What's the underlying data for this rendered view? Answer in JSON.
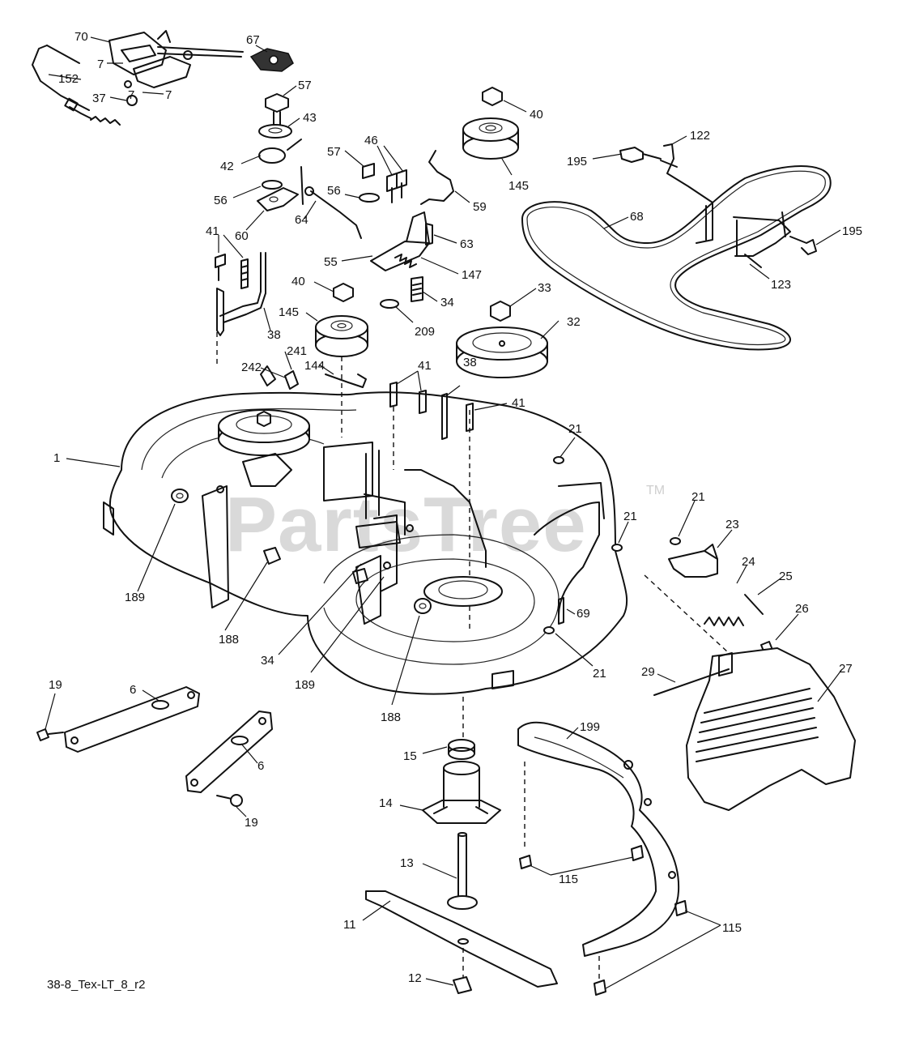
{
  "watermark": {
    "text": "PartsTree",
    "tm": "TM"
  },
  "caption": "38-8_Tex-LT_8_r2",
  "callouts": [
    "70",
    "7",
    "7",
    "67",
    "152",
    "37",
    "7",
    "57",
    "43",
    "42",
    "56",
    "60",
    "57",
    "46",
    "59",
    "40",
    "145",
    "122",
    "195",
    "68",
    "195",
    "123",
    "64",
    "56",
    "55",
    "63",
    "147",
    "41",
    "38",
    "40",
    "145",
    "144",
    "34",
    "209",
    "33",
    "32",
    "41",
    "38",
    "41",
    "242",
    "241",
    "21",
    "21",
    "21",
    "23",
    "24",
    "25",
    "26",
    "69",
    "1",
    "189",
    "188",
    "34",
    "189",
    "188",
    "21",
    "27",
    "29",
    "19",
    "6",
    "6",
    "19",
    "15",
    "199",
    "14",
    "13",
    "115",
    "115",
    "11",
    "12"
  ]
}
